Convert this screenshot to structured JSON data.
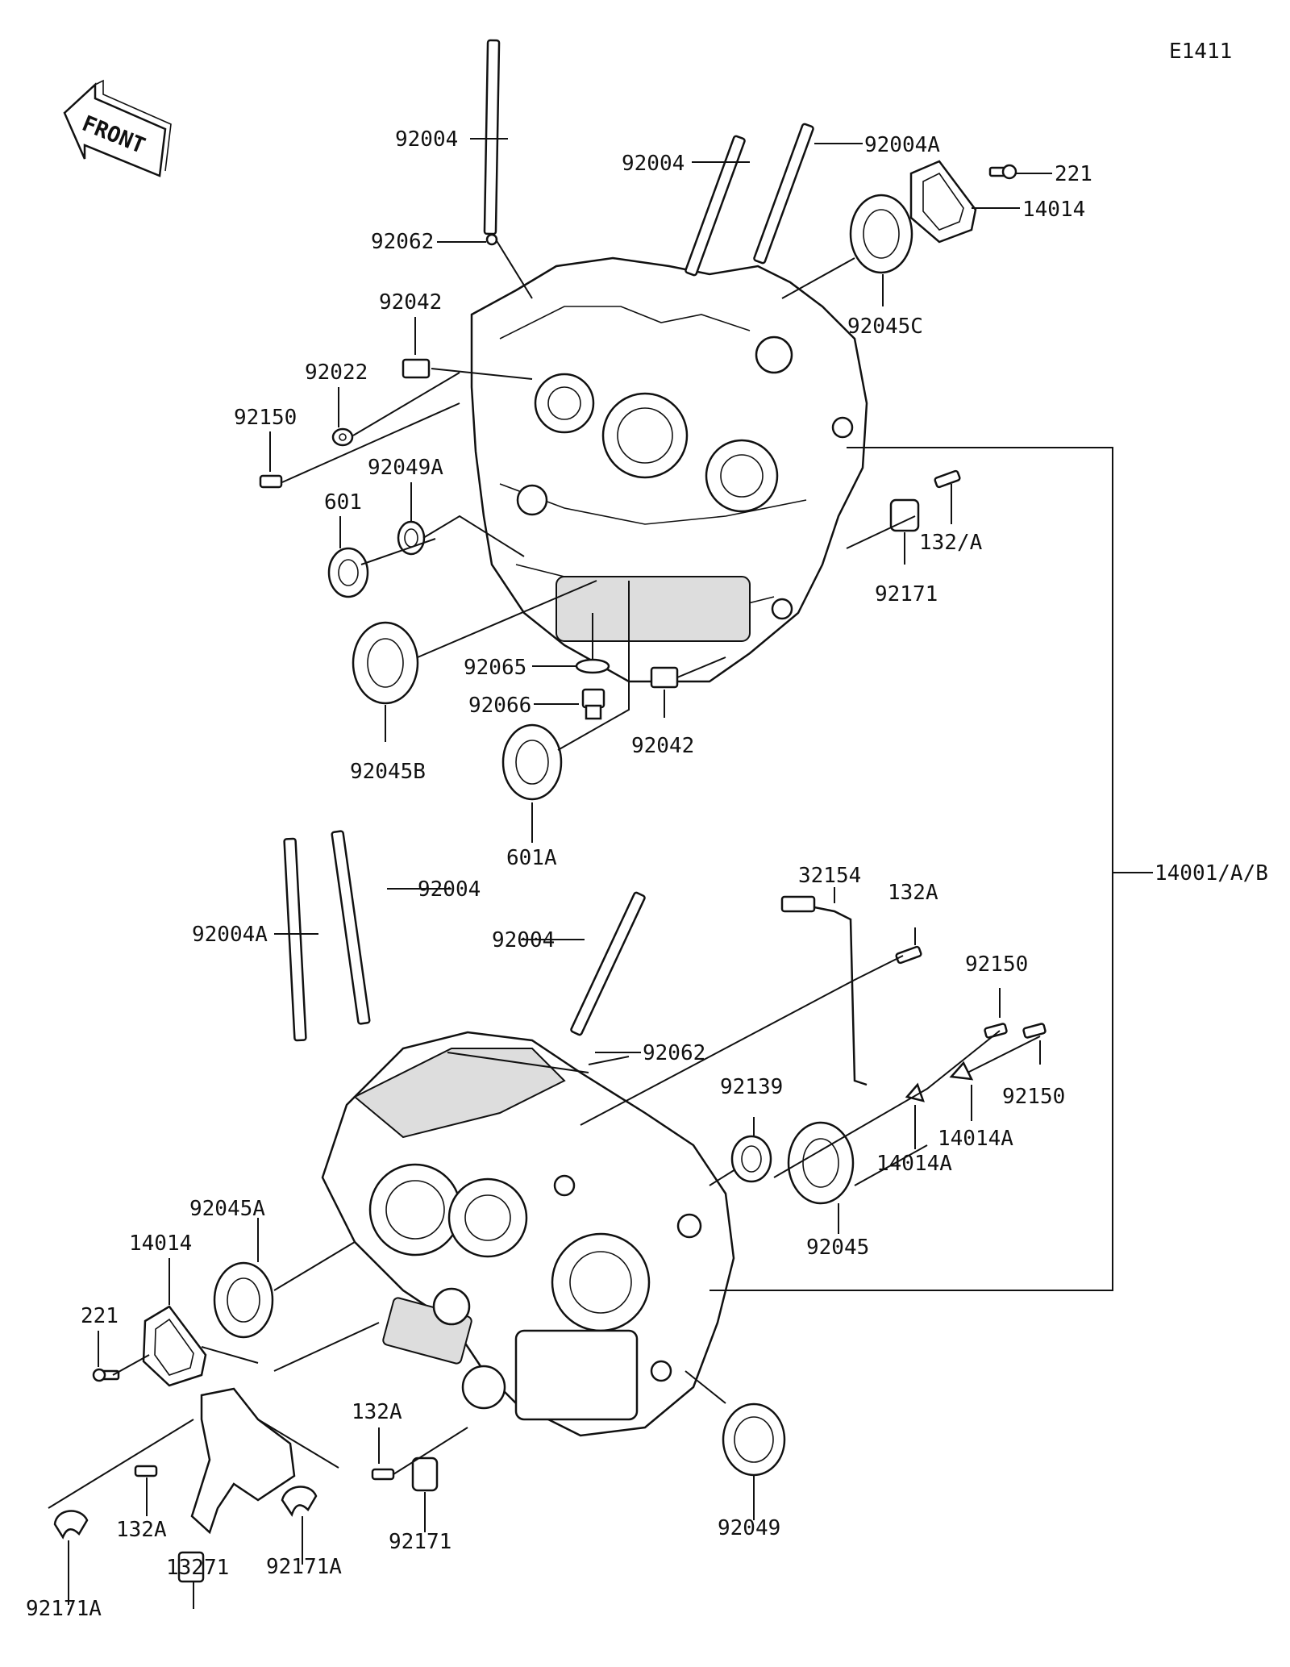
{
  "diagram_code": "E1411",
  "front_label": "FRONT",
  "callouts": {
    "c_92004_a": "92004",
    "c_92004_b": "92004",
    "c_92004A_a": "92004A",
    "c_221_a": "221",
    "c_14014_a": "14014",
    "c_92062_a": "92062",
    "c_92042_a": "92042",
    "c_92045C": "92045C",
    "c_92022": "92022",
    "c_92150_a": "92150",
    "c_92049A": "92049A",
    "c_601": "601",
    "c_132A_slash": "132/A",
    "c_92171_a": "92171",
    "c_92065": "92065",
    "c_92066": "92066",
    "c_92045B": "92045B",
    "c_92042_b": "92042",
    "c_601A": "601A",
    "c_14001": "14001/A/B",
    "c_32154": "32154",
    "c_132A_a": "132A",
    "c_92004_c": "92004",
    "c_92004A_b": "92004A",
    "c_92004_d": "92004",
    "c_92150_b": "92150",
    "c_92062_b": "92062",
    "c_92139": "92139",
    "c_92150_c": "92150",
    "c_14014A_a": "14014A",
    "c_14014A_b": "14014A",
    "c_92045A": "92045A",
    "c_14014_b": "14014",
    "c_92045": "92045",
    "c_221_b": "221",
    "c_132A_b": "132A",
    "c_132A_c": "132A",
    "c_92171_b": "92171",
    "c_92049": "92049",
    "c_13271": "13271",
    "c_92171A_a": "92171A",
    "c_92171A_b": "92171A"
  }
}
